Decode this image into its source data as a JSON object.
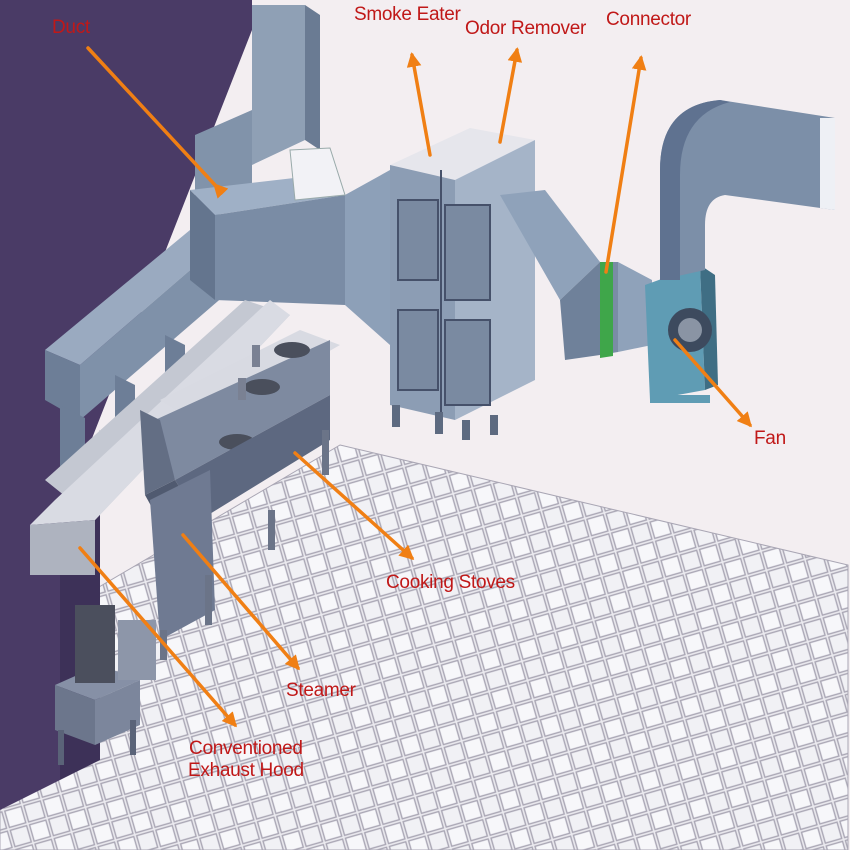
{
  "labels": {
    "duct": "Duct",
    "smoke_eater": "Smoke Eater",
    "odor_remover": "Odor Remover",
    "connector": "Connector",
    "fan": "Fan",
    "cooking_stoves": "Cooking Stoves",
    "steamer": "Steamer",
    "exhaust_hood_line1": "Conventioned",
    "exhaust_hood_line2": "Exhaust Hood"
  },
  "colors": {
    "label_text": "#c01818",
    "arrow": "#f07f14",
    "duct": "#7d8fa6",
    "wall": "#4a3b66",
    "connector_band": "#3fa64a",
    "fan": "#5f9cb4",
    "floor_tile": "#ecebf0",
    "floor_grout": "#a9a6b4",
    "background": "#f3eef1"
  }
}
